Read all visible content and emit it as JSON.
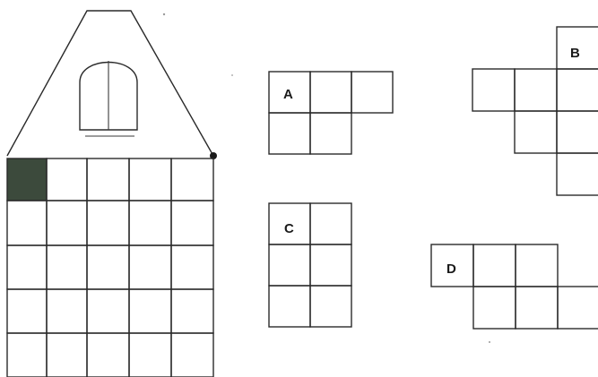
{
  "house": {
    "grid_columns": 5,
    "grid_rows": 5,
    "shaded_cell": {
      "row": 0,
      "col": 0
    },
    "shaded_color": "#3c4a3c",
    "has_arched_window": true,
    "has_corner_dot": true
  },
  "pieces": [
    {
      "label": "A",
      "cells": [
        [
          0,
          0
        ],
        [
          1,
          0
        ],
        [
          2,
          0
        ],
        [
          0,
          1
        ],
        [
          1,
          1
        ]
      ]
    },
    {
      "label": "B",
      "cells": [
        [
          2,
          0
        ],
        [
          0,
          1
        ],
        [
          1,
          1
        ],
        [
          2,
          1
        ],
        [
          1,
          2
        ],
        [
          2,
          2
        ],
        [
          2,
          3
        ]
      ]
    },
    {
      "label": "C",
      "cells": [
        [
          0,
          0
        ],
        [
          1,
          0
        ],
        [
          0,
          1
        ],
        [
          1,
          1
        ],
        [
          0,
          2
        ],
        [
          1,
          2
        ]
      ]
    },
    {
      "label": "D",
      "cells": [
        [
          0,
          0
        ],
        [
          1,
          0
        ],
        [
          2,
          0
        ],
        [
          1,
          1
        ],
        [
          2,
          1
        ],
        [
          3,
          1
        ]
      ]
    }
  ]
}
